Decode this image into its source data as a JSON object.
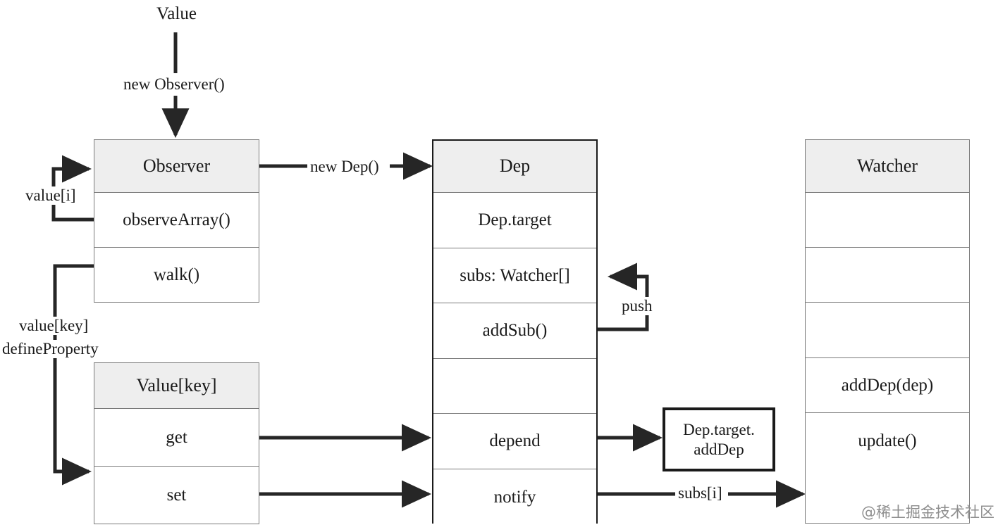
{
  "diagram": {
    "title_label": "Value",
    "watermark": "@稀土掘金技术社区",
    "boxes": [
      {
        "id": "observer",
        "header": "Observer",
        "rows": [
          "observeArray()",
          "walk()"
        ]
      },
      {
        "id": "value_key",
        "header": "Value[key]",
        "rows": [
          "get",
          "set"
        ]
      },
      {
        "id": "dep",
        "header": "Dep",
        "rows": [
          "Dep.target",
          "subs: Watcher[]",
          "addSub()",
          "",
          "depend",
          "notify"
        ]
      },
      {
        "id": "watcher",
        "header": "Watcher",
        "rows": [
          "",
          "",
          "",
          "addDep(dep)",
          "update()"
        ]
      }
    ],
    "callout": {
      "line1": "Dep.target.",
      "line2": "addDep"
    },
    "edges": [
      {
        "id": "new-observer",
        "label": "new Observer()"
      },
      {
        "id": "new-dep",
        "label": "new Dep()"
      },
      {
        "id": "value-i",
        "label": "value[i]"
      },
      {
        "id": "define-property-1",
        "label": "value[key]"
      },
      {
        "id": "define-property-2",
        "label": "defineProperty"
      },
      {
        "id": "push",
        "label": "push"
      },
      {
        "id": "subs-i",
        "label": "subs[i]"
      }
    ],
    "colors": {
      "header_fill": "#eeeeee",
      "box_border": "#7a7a7a",
      "callout_border": "#1a1a1a",
      "connector": "#262626",
      "text": "#1a1a1a",
      "background": "#ffffff",
      "watermark": "#8e8e8e"
    }
  }
}
